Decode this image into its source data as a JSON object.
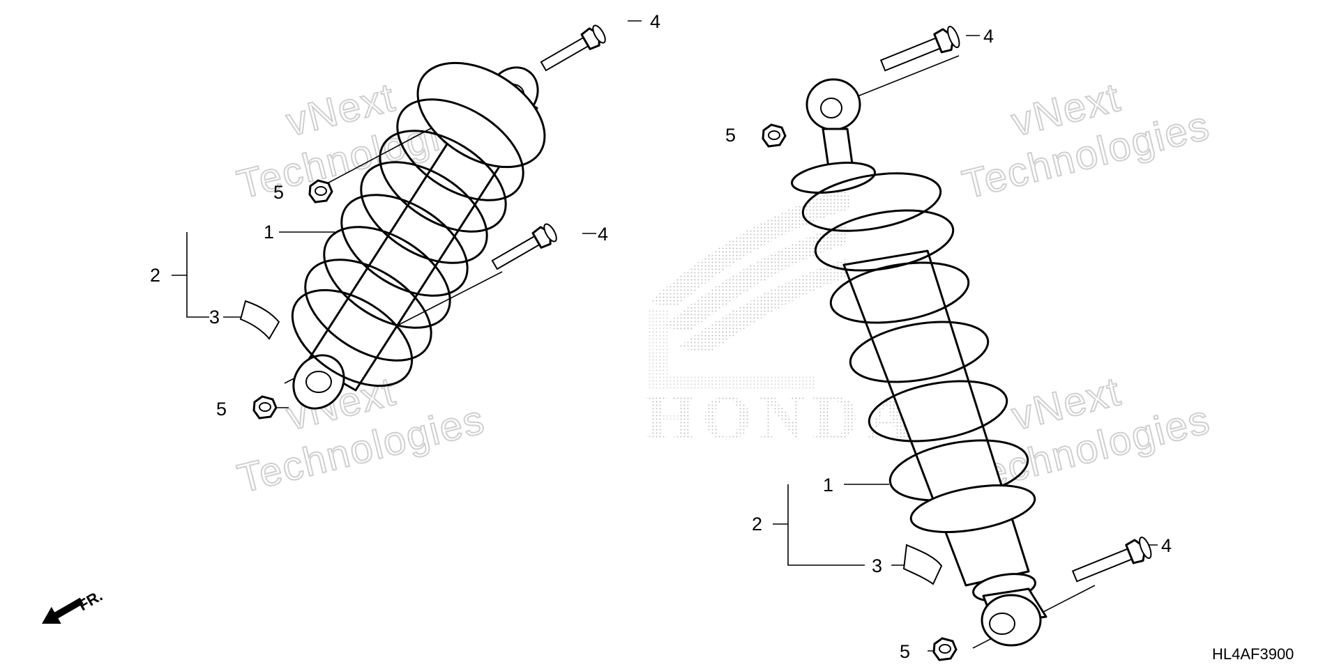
{
  "diagram": {
    "callouts": {
      "left": {
        "bolt_top": "4",
        "nut_top": "5",
        "shock": "1",
        "assembly": "2",
        "label_part": "3",
        "bolt_mid": "4",
        "nut_bottom": "5"
      },
      "right": {
        "bolt_top": "4",
        "nut_top": "5",
        "shock": "1",
        "assembly": "2",
        "label_part": "3",
        "bolt_bottom": "4",
        "nut_bottom": "5"
      }
    },
    "front_indicator": "FR.",
    "drawing_code": "HL4AF3900",
    "background_logo": "HONDA",
    "watermark": {
      "line1": "vNext",
      "line2": "Technologies"
    }
  }
}
